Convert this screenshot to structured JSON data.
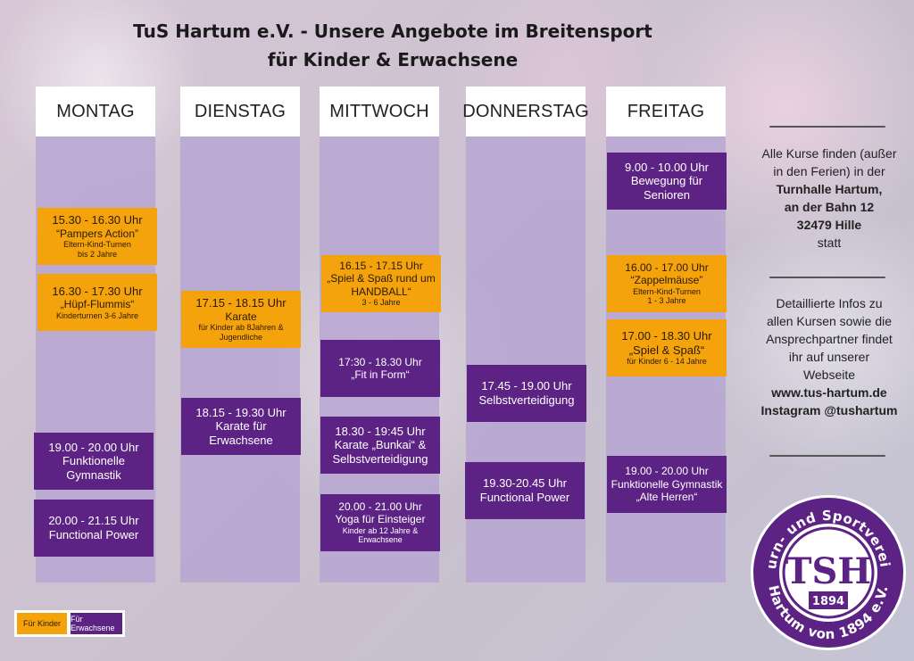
{
  "title_line1": "TuS Hartum e.V.  -  Unsere Angebote im Breitensport",
  "title_line2": "für Kinder & Erwachsene",
  "days": [
    "MONTAG",
    "DIENSTAG",
    "MITTWOCH",
    "DONNERSTAG",
    "FREITAG"
  ],
  "courses": {
    "mo1": {
      "time": "15.30 - 16.30 Uhr",
      "name": "“Pampers Action”",
      "info1": "Eltern-Kind-Turnen",
      "info2": "bis 2 Jahre"
    },
    "mo2": {
      "time": "16.30 - 17.30 Uhr",
      "name": "„Hüpf-Flummis“",
      "info1": "Kinderturnen 3-6 Jahre"
    },
    "mo3": {
      "time": "19.00 - 20.00 Uhr",
      "name": "Funktionelle Gymnastik"
    },
    "mo4": {
      "time": "20.00 - 21.15 Uhr",
      "name": "Functional Power"
    },
    "di1": {
      "time": "17.15 - 18.15 Uhr",
      "name": "Karate",
      "info1": "für Kinder ab 8Jahren &",
      "info2": "Jugendliche"
    },
    "di2": {
      "time": "18.15 - 19.30 Uhr",
      "name": "Karate für",
      "name2": "Erwachsene"
    },
    "mi1": {
      "time": "16.15 - 17.15 Uhr",
      "name": "„Spiel & Spaß rund um",
      "name2": "HANDBALL“",
      "info1": "3 - 6 Jahre"
    },
    "mi2": {
      "time": "17:30 - 18.30 Uhr",
      "name": "„Fit in Form“"
    },
    "mi3": {
      "time": "18.30 - 19:45 Uhr",
      "name": "Karate  „Bunkai“ &",
      "name2": "Selbstverteidigung"
    },
    "mi4": {
      "time": "20.00 - 21.00 Uhr",
      "name": "Yoga für Einsteiger",
      "info1": "Kinder ab 12 Jahre  &",
      "info2": "Erwachsene"
    },
    "do1": {
      "time": "17.45 - 19.00 Uhr",
      "name": "Selbstverteidigung"
    },
    "do2": {
      "time": "19.30-20.45 Uhr",
      "name": "Functional Power"
    },
    "fr1": {
      "time": "9.00 - 10.00 Uhr",
      "name": "Bewegung für",
      "name2": "Senioren"
    },
    "fr2": {
      "time": "16.00 - 17.00 Uhr",
      "name": "“Zappelmäuse”",
      "info1": "Eltern-Kind-Turnen",
      "info2": "1 - 3 Jahre"
    },
    "fr3": {
      "time": "17.00 - 18.30 Uhr",
      "name": "„Spiel & Spaß“",
      "info1": "für Kinder 6 - 14 Jahre"
    },
    "fr4": {
      "time": "19.00 - 20.00 Uhr",
      "name": "Funktionelle Gymnastik",
      "name2": "„Alte Herren“"
    }
  },
  "info": {
    "l1": "Alle Kurse finden (außer",
    "l2": "in den Ferien) in der",
    "l3": "Turnhalle Hartum,",
    "l4": "an der Bahn 12",
    "l5": "32479 Hille",
    "l6": "statt",
    "m1": "Detaillierte Infos zu",
    "m2": "allen Kursen sowie die",
    "m3": "Ansprechpartner findet",
    "m4": "ihr auf unserer",
    "m5": "Webseite",
    "web": "www.tus-hartum.de",
    "insta": "Instagram @tushartum"
  },
  "legend": {
    "kids": "Für Kinder",
    "adults": "Für Erwachsene"
  },
  "logo": {
    "ring_top": "Turn- und Sportverein",
    "ring_bottom": "Hartum von 1894 e.V.",
    "letters": "TSH",
    "year": "1894"
  },
  "colors": {
    "kids": "#f5a30c",
    "adults": "#5d2384",
    "column": "#b7a6d1"
  }
}
